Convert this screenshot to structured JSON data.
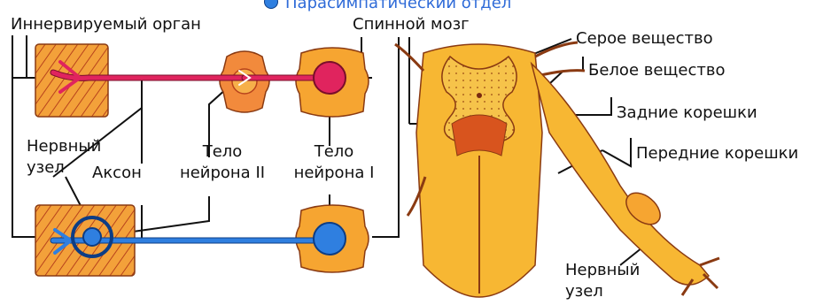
{
  "legend": {
    "parasympathetic": "Парасимпатический отдел"
  },
  "labels": {
    "innervated_organ": "Иннервируемый орган",
    "spinal_cord": "Спинной мозг",
    "gray_matter": "Серое вещество",
    "white_matter": "Белое вещество",
    "posterior_roots": "Задние корешки",
    "anterior_roots": "Передние корешки",
    "ganglion_left_1": "Нервный",
    "ganglion_left_2": "узел",
    "axon": "Аксон",
    "body_neuron_2_1": "Тело",
    "body_neuron_2_2": "нейрона II",
    "body_neuron_1_1": "Тело",
    "body_neuron_1_2": "нейрона I",
    "ganglion_right_1": "Нервный",
    "ganglion_right_2": "узел"
  },
  "colors": {
    "sympathetic_pathway": "#e0245e",
    "parasympathetic_pathway": "#2f7fe0",
    "tissue": "#f5a623",
    "tissue_dark": "#c8421e",
    "spinal_cord": "#f7b733"
  }
}
